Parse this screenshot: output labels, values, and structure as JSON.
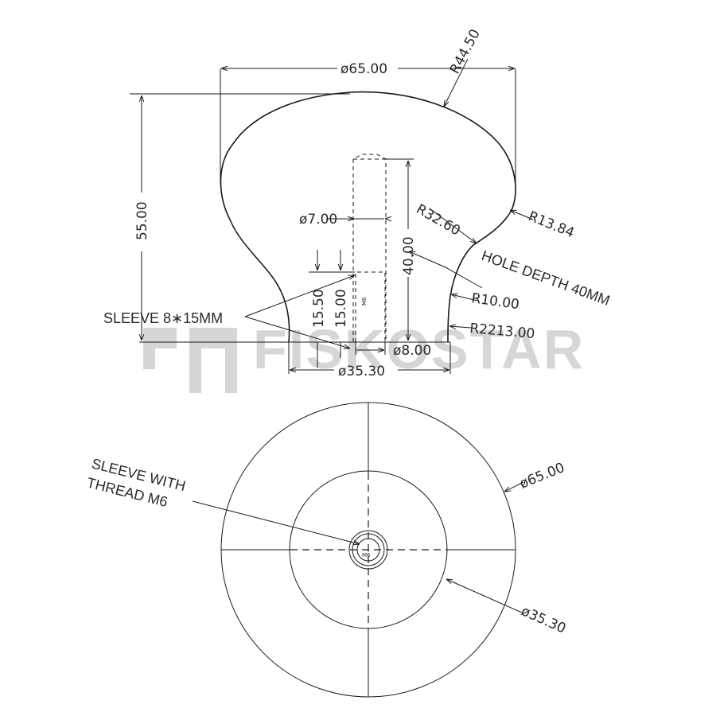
{
  "watermark": {
    "text": "FISKOSTAR",
    "color": "#d6d6d6"
  },
  "side_view": {
    "dimensions": {
      "top_diameter": "ø65.00",
      "top_radius": "R44.50",
      "height": "55.00",
      "hole_diameter": "ø7.00",
      "hole_depth_value": "40.00",
      "radius_upper": "R32.60",
      "radius_shoulder": "R13.84",
      "radius_neck": "R10.00",
      "radius_base": "R2213.00",
      "sleeve_offset_a": "15.50",
      "sleeve_offset_b": "15.00",
      "sleeve_diameter": "ø8.00",
      "base_diameter": "ø35.30",
      "thread_mark": "M6"
    },
    "notes": {
      "hole_depth": "HOLE DEPTH 40MM",
      "sleeve": "SLEEVE 8∗15MM"
    }
  },
  "top_view": {
    "dimensions": {
      "outer_diameter": "ø65.00",
      "inner_diameter": "ø35.30",
      "thread_mark": "M6"
    },
    "notes": {
      "sleeve_line1": "SLEEVE WITH",
      "sleeve_line2": "THREAD M6"
    }
  }
}
